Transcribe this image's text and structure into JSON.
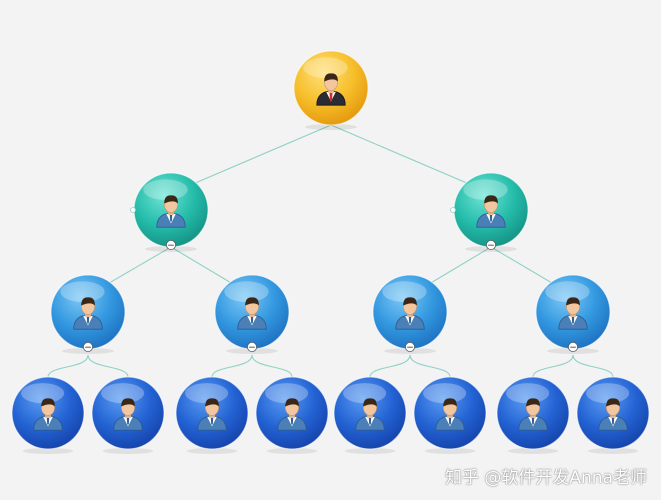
{
  "diagram": {
    "type": "org-chart",
    "levels": 4,
    "nodes": [
      {
        "id": "root",
        "level": 0,
        "parent": null,
        "role": "manager"
      },
      {
        "id": "l1-a",
        "level": 1,
        "parent": "root",
        "role": "staff"
      },
      {
        "id": "l1-b",
        "level": 1,
        "parent": "root",
        "role": "staff"
      },
      {
        "id": "l2-a",
        "level": 2,
        "parent": "l1-a",
        "role": "staff"
      },
      {
        "id": "l2-b",
        "level": 2,
        "parent": "l1-a",
        "role": "staff"
      },
      {
        "id": "l2-c",
        "level": 2,
        "parent": "l1-b",
        "role": "staff"
      },
      {
        "id": "l2-d",
        "level": 2,
        "parent": "l1-b",
        "role": "staff"
      },
      {
        "id": "l3-a",
        "level": 3,
        "parent": "l2-a",
        "role": "staff"
      },
      {
        "id": "l3-b",
        "level": 3,
        "parent": "l2-a",
        "role": "staff"
      },
      {
        "id": "l3-c",
        "level": 3,
        "parent": "l2-b",
        "role": "staff"
      },
      {
        "id": "l3-d",
        "level": 3,
        "parent": "l2-b",
        "role": "staff"
      },
      {
        "id": "l3-e",
        "level": 3,
        "parent": "l2-c",
        "role": "staff"
      },
      {
        "id": "l3-f",
        "level": 3,
        "parent": "l2-c",
        "role": "staff"
      },
      {
        "id": "l3-g",
        "level": 3,
        "parent": "l2-d",
        "role": "staff"
      },
      {
        "id": "l3-h",
        "level": 3,
        "parent": "l2-d",
        "role": "staff"
      }
    ],
    "collapse_symbol": "−",
    "colors": {
      "level0": "#f3b51c",
      "level1": "#1fb8a8",
      "level2": "#2a8fd8",
      "level3": "#1f5fd0",
      "connector": "#8fd1c5"
    },
    "icons": {
      "manager": "businessman-icon",
      "staff": "person-icon"
    }
  },
  "watermark": "知乎 @软件开发Anna老师"
}
